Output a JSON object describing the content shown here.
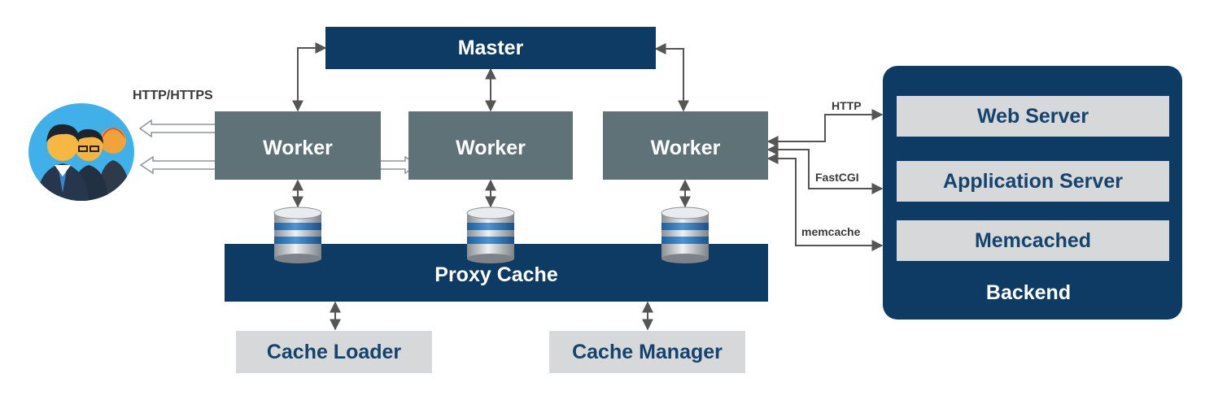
{
  "master": {
    "label": "Master"
  },
  "workers": [
    {
      "label": "Worker"
    },
    {
      "label": "Worker"
    },
    {
      "label": "Worker"
    }
  ],
  "proxy_cache": {
    "label": "Proxy Cache"
  },
  "cache_loader": {
    "label": "Cache Loader"
  },
  "cache_manager": {
    "label": "Cache Manager"
  },
  "client": {
    "protocol_label": "HTTP/HTTPS",
    "icon": "users-icon"
  },
  "backend": {
    "title": "Backend",
    "items": [
      {
        "label": "Web Server"
      },
      {
        "label": "Application Server"
      },
      {
        "label": "Memcached"
      }
    ],
    "links": [
      "HTTP",
      "FastCGI",
      "memcache"
    ]
  },
  "colors": {
    "navy": "#0e3b63",
    "worker": "#5e7278",
    "light_box": "#d6d8da",
    "light_text": "#14446e",
    "avatar_bg": "#3fb1e8"
  }
}
